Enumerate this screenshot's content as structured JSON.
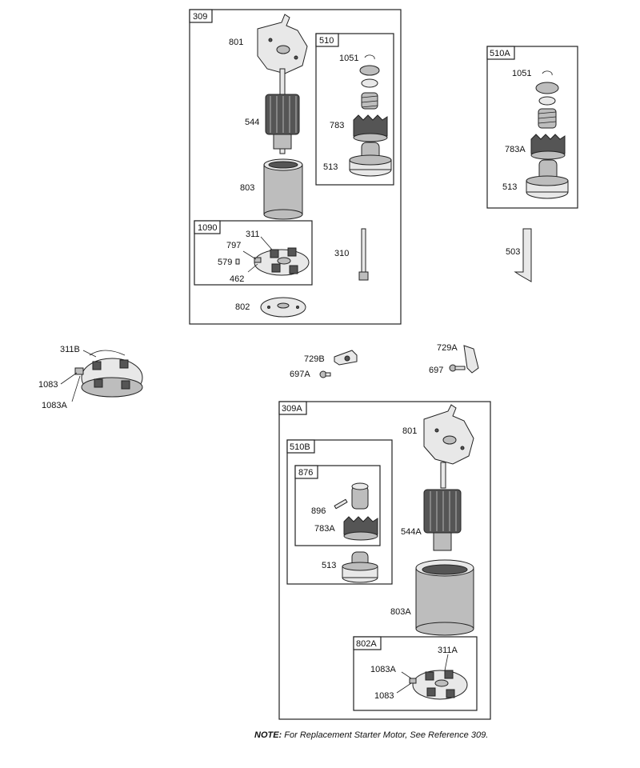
{
  "groups": {
    "g309": "309",
    "g510": "510",
    "g510A": "510A",
    "g1090": "1090",
    "g309A": "309A",
    "g510B": "510B",
    "g876": "876",
    "g802A": "802A"
  },
  "labels": {
    "p801": "801",
    "p544": "544",
    "p803": "803",
    "p1051": "1051",
    "p783": "783",
    "p513": "513",
    "p311": "311",
    "p797": "797",
    "p579": "579",
    "p462": "462",
    "p310": "310",
    "p802": "802",
    "p1051b": "1051",
    "p783A": "783A",
    "p513b": "513",
    "p503": "503",
    "p311B": "311B",
    "p1083": "1083",
    "p1083A": "1083A",
    "p729B": "729B",
    "p697A": "697A",
    "p729A": "729A",
    "p697": "697",
    "p801b": "801",
    "p896": "896",
    "p783Ab": "783A",
    "p544A": "544A",
    "p513c": "513",
    "p803A": "803A",
    "p311A": "311A",
    "p1083Ab": "1083A",
    "p1083b": "1083"
  },
  "note": {
    "prefix": "NOTE:",
    "text": " For Replacement Starter Motor, See Reference 309."
  }
}
